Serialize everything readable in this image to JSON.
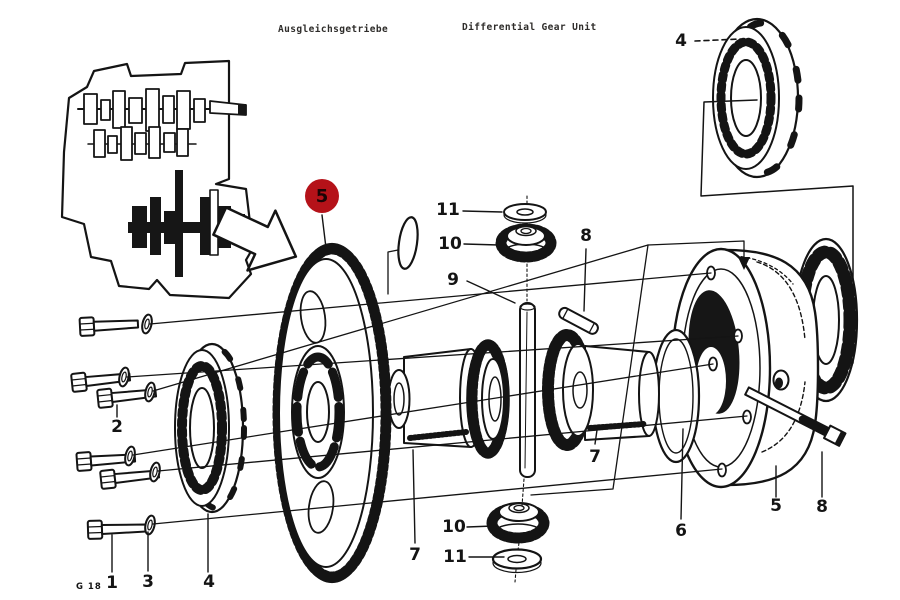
{
  "figure": {
    "code": "G 18"
  },
  "titles": {
    "german": "Ausgleichsgetriebe",
    "english": "Differential Gear Unit"
  },
  "highlight_badge": {
    "number": "5",
    "color": "#b51219"
  },
  "callouts": [
    {
      "number": "1"
    },
    {
      "number": "2"
    },
    {
      "number": "3"
    },
    {
      "number": "4"
    },
    {
      "number": "4"
    },
    {
      "number": "5"
    },
    {
      "number": "6"
    },
    {
      "number": "7"
    },
    {
      "number": "7"
    },
    {
      "number": "8"
    },
    {
      "number": "8"
    },
    {
      "number": "9"
    },
    {
      "number": "10"
    },
    {
      "number": "10"
    },
    {
      "number": "11"
    },
    {
      "number": "11"
    }
  ],
  "colors": {
    "ink": "#141414",
    "paper": "#ffffff",
    "highlight": "#b51219"
  }
}
